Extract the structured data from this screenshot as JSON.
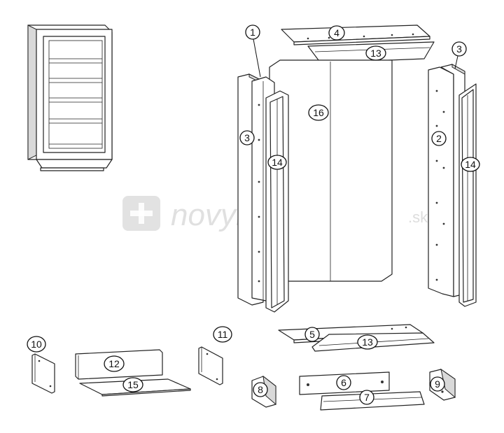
{
  "watermark": {
    "name": "novynabytok",
    "tld": ".sk"
  },
  "callouts": [
    {
      "id": "c1",
      "label": "1"
    },
    {
      "id": "c2",
      "label": "2"
    },
    {
      "id": "c3a",
      "label": "3"
    },
    {
      "id": "c3b",
      "label": "3"
    },
    {
      "id": "c4",
      "label": "4"
    },
    {
      "id": "c5",
      "label": "5"
    },
    {
      "id": "c6",
      "label": "6"
    },
    {
      "id": "c7",
      "label": "7"
    },
    {
      "id": "c8",
      "label": "8"
    },
    {
      "id": "c9",
      "label": "9"
    },
    {
      "id": "c10",
      "label": "10"
    },
    {
      "id": "c11",
      "label": "11"
    },
    {
      "id": "c12",
      "label": "12"
    },
    {
      "id": "c13a",
      "label": "13"
    },
    {
      "id": "c13b",
      "label": "13"
    },
    {
      "id": "c14a",
      "label": "14"
    },
    {
      "id": "c14b",
      "label": "14"
    },
    {
      "id": "c15",
      "label": "15"
    },
    {
      "id": "c16",
      "label": "16"
    }
  ],
  "colors": {
    "line": "#222222",
    "shade": "#d9d9d9",
    "watermark": "#c8c8c8"
  }
}
